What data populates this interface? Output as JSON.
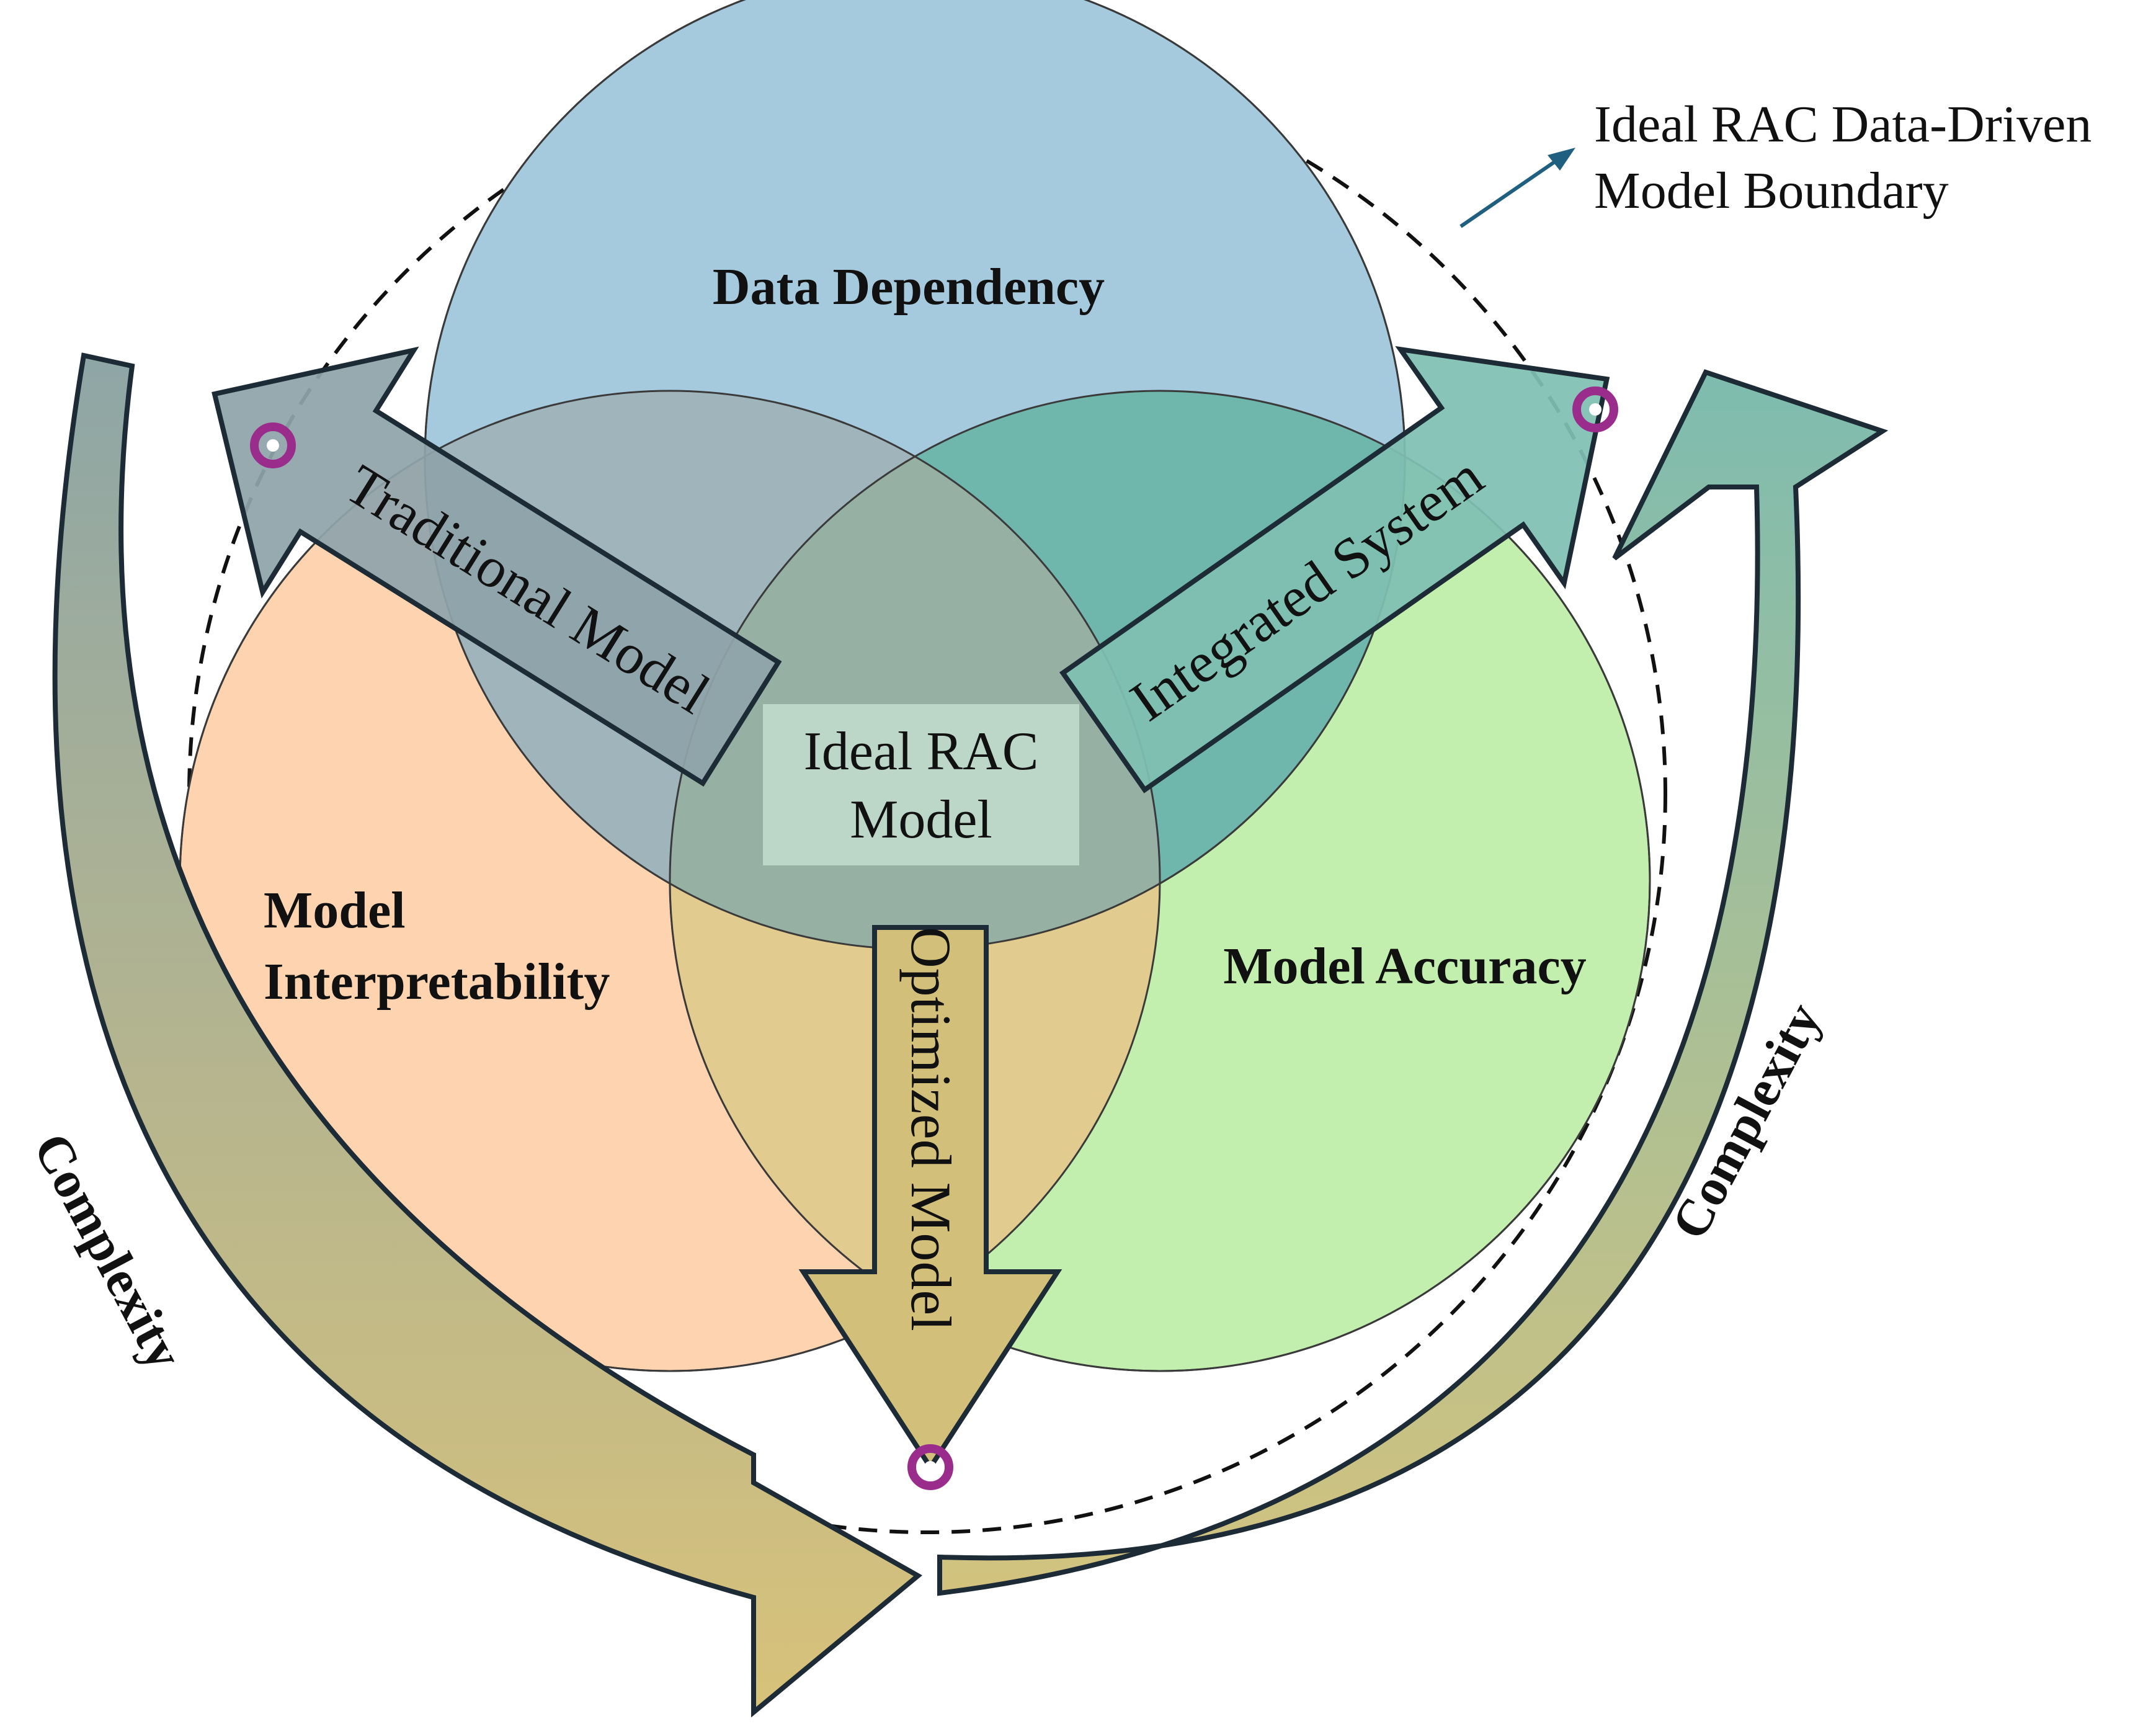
{
  "circles": {
    "data_dependency": {
      "label": "Data Dependency",
      "color": "#a6cadd"
    },
    "model_interpretability": {
      "label_line1": "Model",
      "label_line2": "Interpretability",
      "color": "#fdd3b0"
    },
    "model_accuracy": {
      "label": "Model Accuracy",
      "color": "#c3efae"
    }
  },
  "overlaps": {
    "data_interp": "#9fb4bb",
    "data_accuracy": "#6fb7ac",
    "interp_accuracy": "#e2cb8e",
    "center": "#96b1a3"
  },
  "center_box": {
    "line1": "Ideal RAC",
    "line2": "Model",
    "color": "#bcd6c8"
  },
  "arrows": {
    "traditional": {
      "label": "Traditional Model",
      "color": "#8fa4aa"
    },
    "integrated": {
      "label": "Integrated System",
      "color": "#7fbfb2"
    },
    "optimized": {
      "label": "Optimized Model",
      "color": "#d2bf79"
    }
  },
  "boundary": {
    "line1": "Ideal RAC Data-Driven",
    "line2": "Model Boundary",
    "arrow_color": "#1f5f7f"
  },
  "complexity": {
    "left_label": "Complexity",
    "right_label": "Complexity",
    "left_gradient": [
      "#8ea6a6",
      "#d8c27a"
    ],
    "right_gradient": [
      "#d2c27e",
      "#7ebcaf"
    ]
  },
  "endpoint_marker_color": "#9a2c8c",
  "outline_color": "#1c2b35"
}
